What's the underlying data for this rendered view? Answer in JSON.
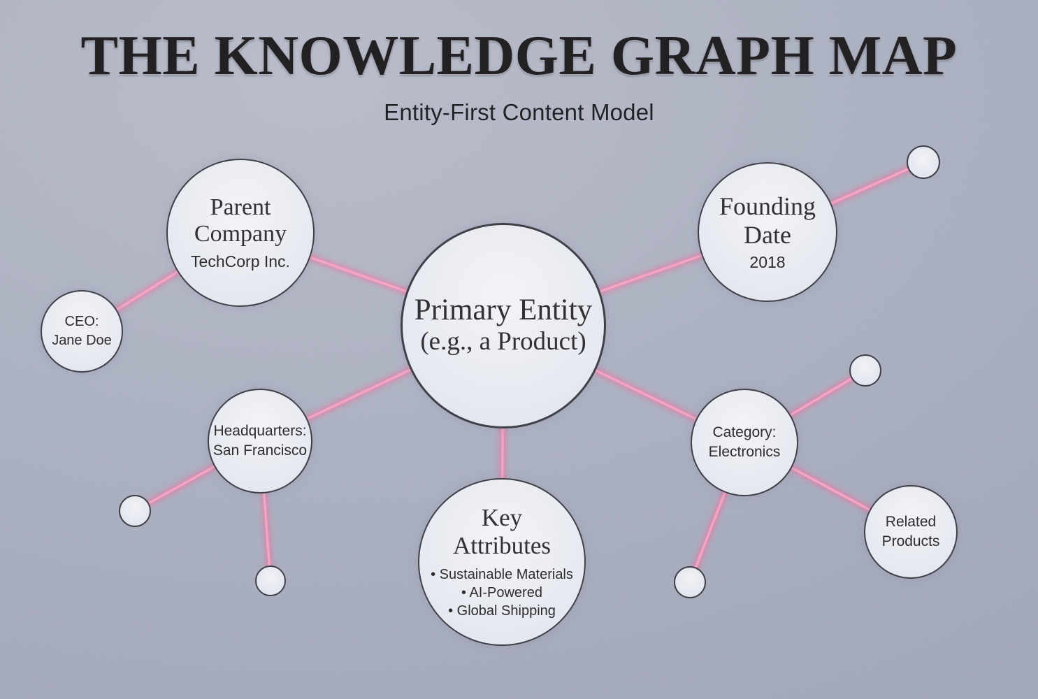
{
  "title": "THE KNOWLEDGE GRAPH MAP",
  "subtitle": "Entity-First Content Model",
  "accent_color": "#ff7fae",
  "nodes": {
    "primary": {
      "line1": "Primary Entity",
      "line2": "(e.g., a Product)"
    },
    "parent": {
      "line1": "Parent",
      "line2": "Company",
      "sub": "TechCorp Inc."
    },
    "ceo": {
      "line1": "CEO:",
      "line2": "Jane Doe"
    },
    "hq": {
      "line1": "Headquarters:",
      "line2": "San Francisco"
    },
    "founding": {
      "line1": "Founding",
      "line2": "Date",
      "sub": "2018"
    },
    "category": {
      "line1": "Category:",
      "line2": "Electronics"
    },
    "related": {
      "line1": "Related",
      "line2": "Products"
    },
    "key_attributes": {
      "line1": "Key",
      "line2": "Attributes",
      "bullets": [
        "• Sustainable Materials",
        "• AI-Powered",
        "• Global Shipping"
      ]
    }
  }
}
